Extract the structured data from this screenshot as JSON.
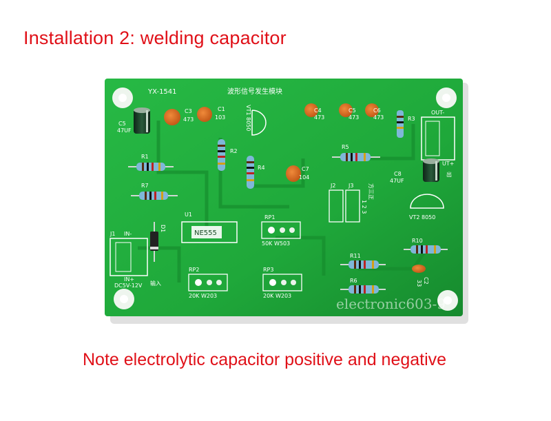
{
  "captions": {
    "top": "Installation 2: welding capacitor",
    "bottom": "Note electrolytic capacitor positive and negative"
  },
  "board": {
    "model": "YX-1541",
    "chinese_title": "波形信号发生模块",
    "labels": {
      "C5": "C5",
      "C5_val": "47UF",
      "C3": "C3",
      "C3_val": "473",
      "C1": "C1",
      "C1_val": "103",
      "VT1": "VT1 8050",
      "C4": "C4",
      "C4_val": "473",
      "C5b": "C5",
      "C5b_val": "473",
      "C6": "C6",
      "C6_val": "473",
      "R3": "R3",
      "OUT_minus": "OUT-",
      "R1": "R1",
      "R2": "R2",
      "R4": "R4",
      "R5": "R5",
      "R7": "R7",
      "C7": "C7",
      "C7_val": "104",
      "C8": "C8",
      "C8_val": "47UF",
      "OUT_plus": "UT+",
      "out_cn": "出",
      "J2": "J2",
      "J3": "J3",
      "J_side": "方三正",
      "J_nums": "1 2 3",
      "VT2": "VT2 8050",
      "U1": "U1",
      "NE555": "NE555",
      "RP1": "RP1",
      "RP1_val": "50K  W503",
      "J1": "J1",
      "IN_minus": "IN-",
      "D1": "D1",
      "IN_plus": "IN+",
      "DC": "DC5V-12V",
      "input_cn": "输入",
      "RP2": "RP2",
      "RP2_val": "20K  W203",
      "RP3": "RP3",
      "RP3_val": "20K  W203",
      "R10": "R10",
      "R11": "R11",
      "R6": "R6",
      "C2": "C2",
      "C2_val": "33"
    },
    "watermark": "electronic603-9"
  },
  "colors": {
    "caption": "#e01018",
    "pcb": "#1fa83a",
    "pcb_dark": "#15882c",
    "silk": "#ffffff",
    "ceramic_cap": "#d9681f",
    "resistor": "#7fb7d8",
    "electrolytic": "#1b3f2a"
  }
}
